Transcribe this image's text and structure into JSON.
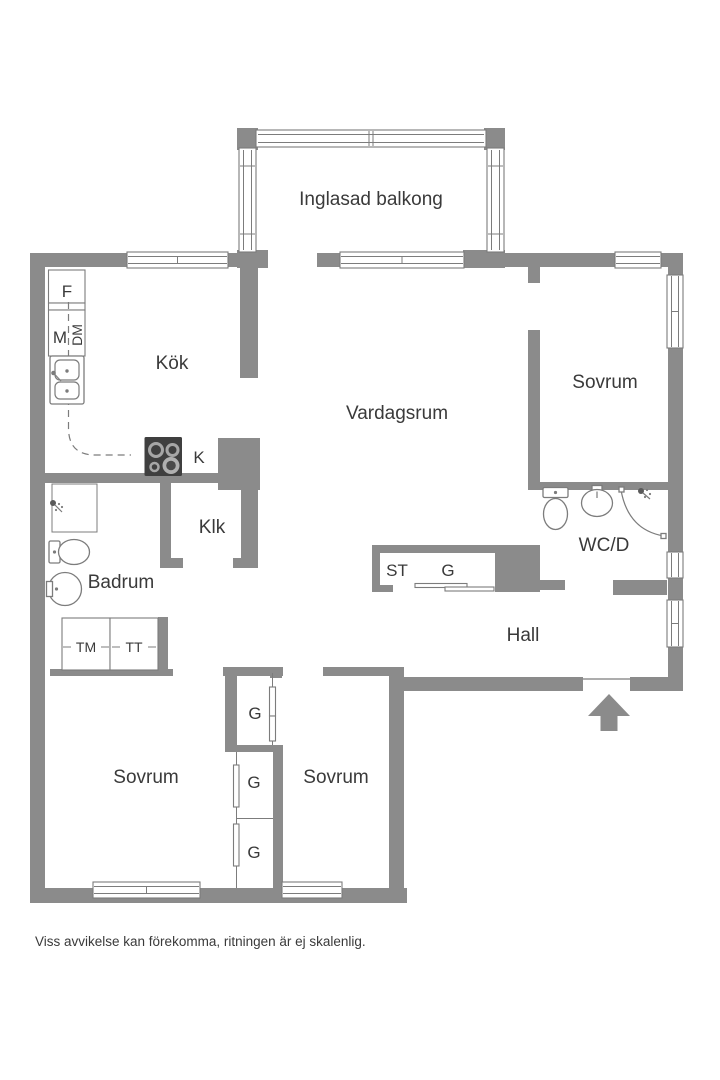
{
  "page": {
    "type": "apartment-floor-plan"
  },
  "colors": {
    "background": "#ffffff",
    "wall": "#8b8b8b",
    "line": "#7c7c7c",
    "text": "#3a3a3a",
    "stove": "#3f3f3f",
    "burner": "#a6a6a6"
  },
  "rooms": {
    "balcony": "Inglasad balkong",
    "kitchen": "Kök",
    "living_room": "Vardagsrum",
    "bedroom_top_right": "Sovrum",
    "bedroom_bottom_left": "Sovrum",
    "bedroom_bottom_middle": "Sovrum",
    "bathroom": "Badrum",
    "wc_shower": "WC/D",
    "hall": "Hall",
    "walk_in_closet": "Klk"
  },
  "appliances": {
    "fridge": "F",
    "microwave": "M",
    "dishwasher": "DM",
    "stove": "K",
    "washing_machine": "TM",
    "tumble_dryer": "TT",
    "cleaning_closet": "ST",
    "hall_wardrobe": "G",
    "wardrobe_top": "G",
    "wardrobe_middle": "G",
    "wardrobe_bottom": "G"
  },
  "icons": {
    "entry_arrow": "entry-direction-arrow",
    "toilet": "toilet-fixture",
    "sink": "sink-fixture",
    "shower_head": "shower-head",
    "stove_burners": "4-burner-cooktop",
    "windows": "window-frame"
  },
  "footer": {
    "disclaimer": "Viss avvikelse kan förekomma, ritningen är ej skalenlig."
  }
}
